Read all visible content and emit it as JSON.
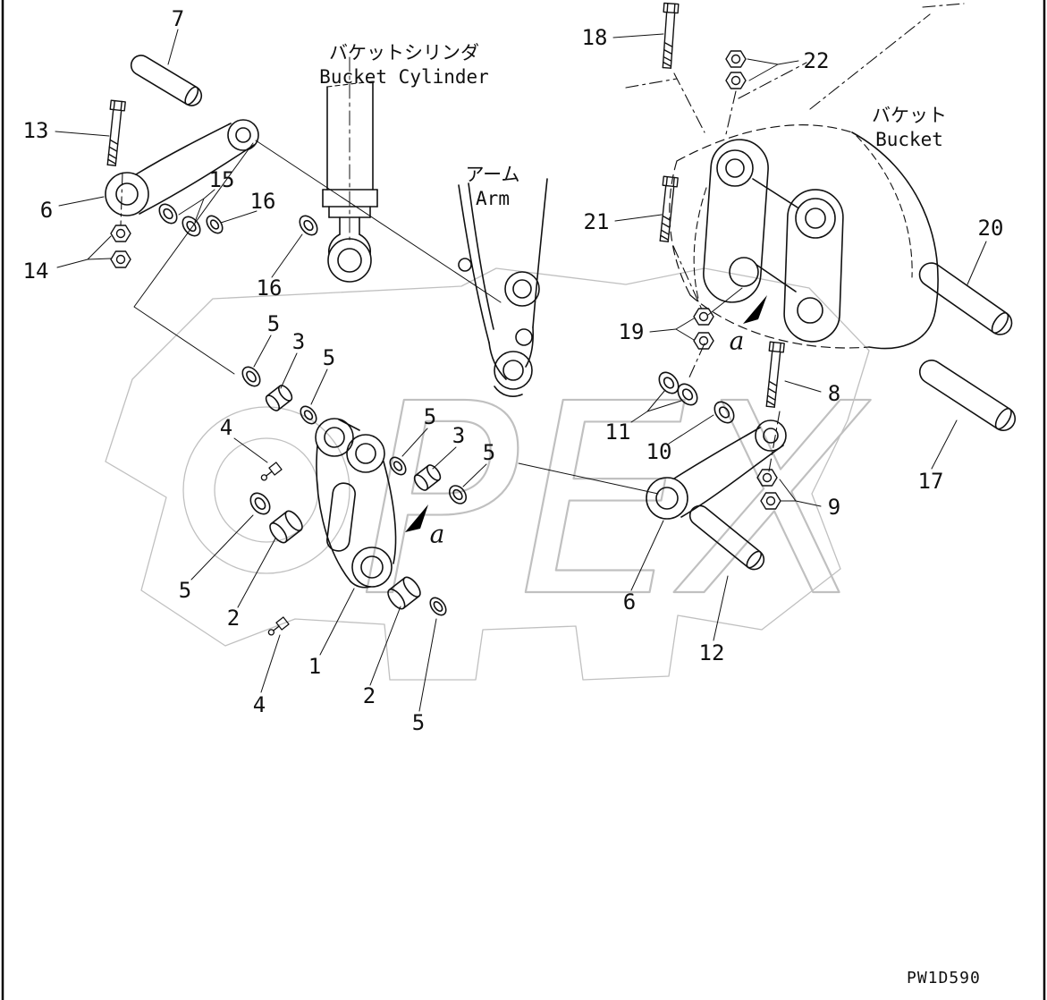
{
  "meta": {
    "drawing_code": "PW1D590",
    "watermark_letters": "PEX"
  },
  "labels": {
    "bucket_cylinder": {
      "jp": "バケットシリンダ",
      "en": "Bucket Cylinder"
    },
    "arm": {
      "jp": "アーム",
      "en": "Arm"
    },
    "bucket": {
      "jp": "バケット",
      "en": "Bucket"
    }
  },
  "view_marker": {
    "letter": "a"
  },
  "callouts": [
    {
      "n": "7"
    },
    {
      "n": "18"
    },
    {
      "n": "22"
    },
    {
      "n": "13"
    },
    {
      "n": "15"
    },
    {
      "n": "16"
    },
    {
      "n": "6"
    },
    {
      "n": "14"
    },
    {
      "n": "16"
    },
    {
      "n": "21"
    },
    {
      "n": "20"
    },
    {
      "n": "19"
    },
    {
      "n": "5"
    },
    {
      "n": "3"
    },
    {
      "n": "5"
    },
    {
      "n": "8"
    },
    {
      "n": "11"
    },
    {
      "n": "10"
    },
    {
      "n": "4"
    },
    {
      "n": "5"
    },
    {
      "n": "3"
    },
    {
      "n": "5"
    },
    {
      "n": "17"
    },
    {
      "n": "9"
    },
    {
      "n": "5"
    },
    {
      "n": "2"
    },
    {
      "n": "6"
    },
    {
      "n": "12"
    },
    {
      "n": "1"
    },
    {
      "n": "4"
    },
    {
      "n": "2"
    },
    {
      "n": "5"
    }
  ]
}
